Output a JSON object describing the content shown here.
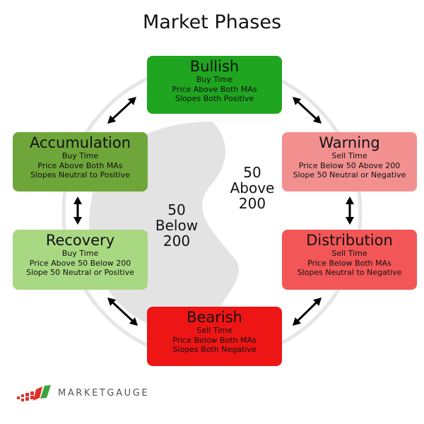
{
  "title": "Market Phases",
  "phases": [
    {
      "name": "Bullish",
      "lines": [
        "Buy Time",
        "Price Above Both MAs",
        "Slopes Both Positive"
      ],
      "color": "#1fa51f"
    },
    {
      "name": "Warning",
      "lines": [
        "Sell Time",
        "Price Below 50 Above 200",
        "Slope 50 Neutral or Negative"
      ],
      "color": "#f29090"
    },
    {
      "name": "Distribution",
      "lines": [
        "Sell Time",
        "Price Below Both MAs",
        "Slopes Neutral to Negative"
      ],
      "color": "#f35656"
    },
    {
      "name": "Bearish",
      "lines": [
        "Sell Time",
        "Price Below Both MAs",
        "Slopes Both Negative"
      ],
      "color": "#ee1515"
    },
    {
      "name": "Recovery",
      "lines": [
        "Buy Time",
        "Price Above 50 Below 200",
        "Slope 50 Neutral or Positive"
      ],
      "color": "#a9d882"
    },
    {
      "name": "Accumulation",
      "lines": [
        "Buy Time",
        "Price Above Both MAs",
        "Slopes Neutral to Positive"
      ],
      "color": "#6fa63a"
    }
  ],
  "center_left": [
    "50",
    "Below",
    "200"
  ],
  "center_right": [
    "50",
    "Above",
    "200"
  ],
  "brand": {
    "name": "MARKETGAUGE",
    "colors": {
      "text": "#555555",
      "red": "#e0302a",
      "green": "#3aa53a"
    }
  },
  "colors": {
    "ring": "#e6e6e6",
    "lobe": "#e3e3e3",
    "arrow": "#000000"
  }
}
